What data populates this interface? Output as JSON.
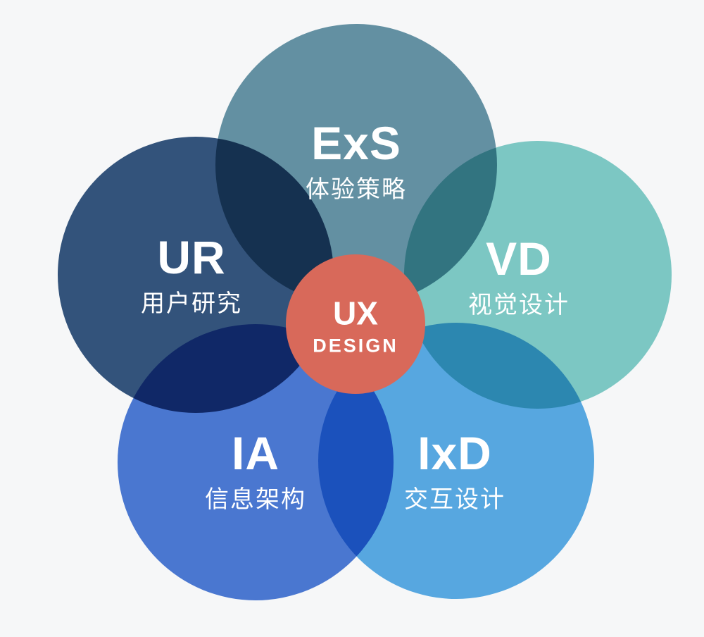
{
  "diagram": {
    "title": "UX design disciplines venn flower",
    "background": "#f6f7f8",
    "center": {
      "abbr": "UX",
      "word": "DESIGN",
      "color": "#d8695a"
    },
    "petals": [
      {
        "key": "exs",
        "abbr": "ExS",
        "zh": "体验策略",
        "color": "#6795a7"
      },
      {
        "key": "ur",
        "abbr": "UR",
        "zh": "用户研究",
        "color": "#35567e"
      },
      {
        "key": "vd",
        "abbr": "VD",
        "zh": "视觉设计",
        "color": "#81cec9"
      },
      {
        "key": "ia",
        "abbr": "IA",
        "zh": "信息架构",
        "color": "#4c7bd6"
      },
      {
        "key": "ixd",
        "abbr": "IxD",
        "zh": "交互设计",
        "color": "#5aade7"
      }
    ]
  }
}
